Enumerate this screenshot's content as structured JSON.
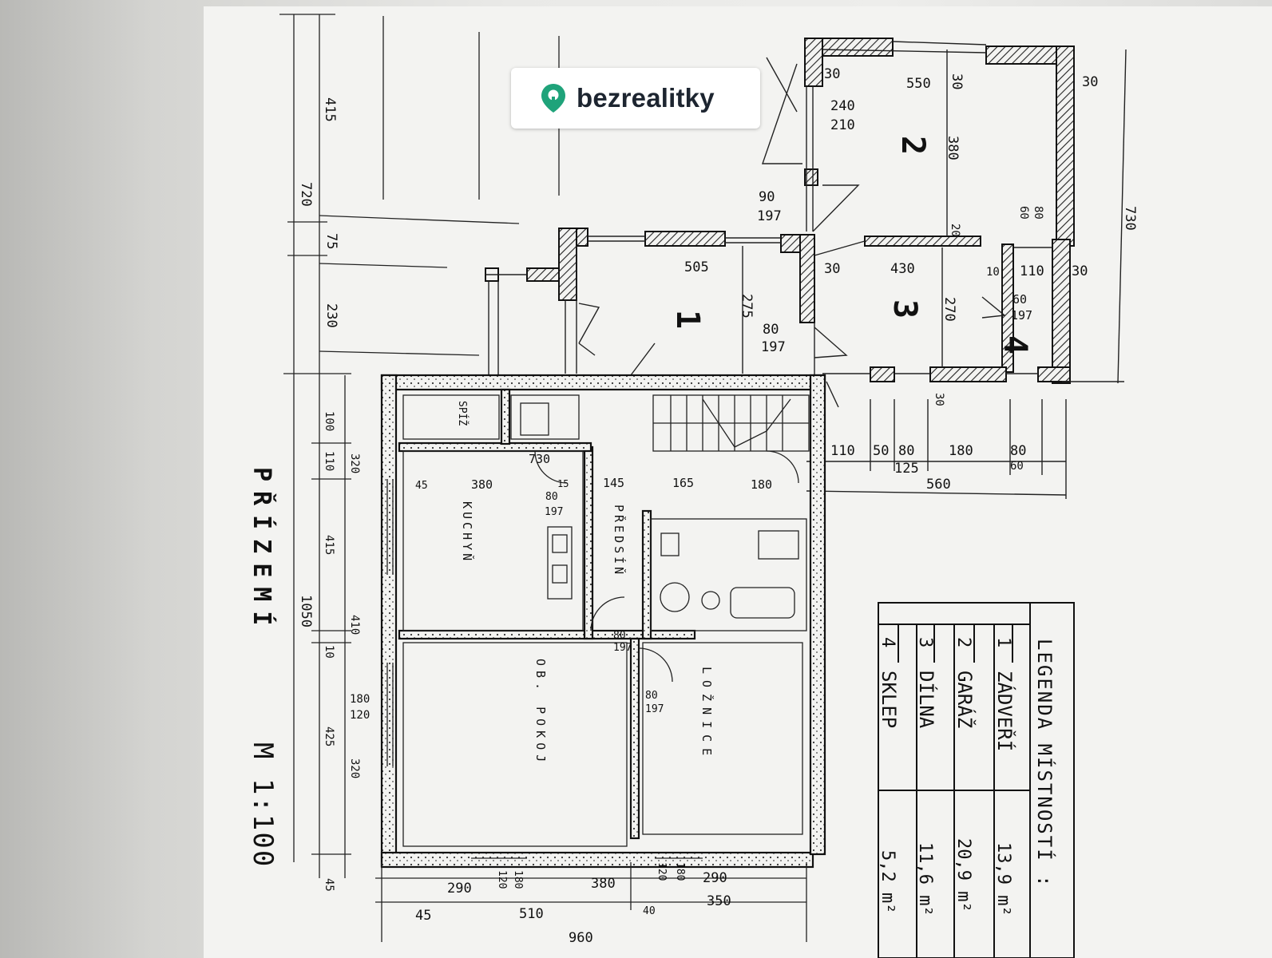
{
  "brand": {
    "name": "bezrealitky",
    "accent": "#1fa37a"
  },
  "plan": {
    "floor_title": "PŘÍZEMÍ",
    "scale": "M 1:100",
    "room_numbers": [
      "1",
      "2",
      "3",
      "4"
    ],
    "room_names": {
      "kuchyn": "KUCHYŇ",
      "predsin": "PŘEDSÍŇ",
      "ob_pokoj": "OB. POKOJ",
      "loznice": "LOŽNICE",
      "spiz": "SPÍŽ"
    },
    "dims_right": [
      "30",
      "550",
      "30",
      "240",
      "210",
      "380",
      "90",
      "197",
      "80",
      "60",
      "20",
      "30",
      "730",
      "505",
      "275",
      "80",
      "197",
      "30",
      "430",
      "270",
      "10",
      "110",
      "60",
      "197",
      "30",
      "30",
      "110",
      "50",
      "80",
      "125",
      "180",
      "80",
      "60",
      "560"
    ],
    "dims_left": [
      "415",
      "720",
      "75",
      "230",
      "100",
      "110",
      "320",
      "415",
      "410",
      "1050",
      "10",
      "425",
      "180",
      "120",
      "320",
      "45"
    ],
    "dims_house": [
      "730",
      "380",
      "145",
      "165",
      "180",
      "15",
      "80",
      "197",
      "45",
      "80",
      "197",
      "80",
      "197"
    ],
    "dims_bottom": [
      "290",
      "120",
      "180",
      "380",
      "120",
      "180",
      "290",
      "45",
      "510",
      "350",
      "960",
      "40"
    ]
  },
  "legend": {
    "title": "LEGENDA MÍSTNOSTÍ :",
    "rows": [
      {
        "num": "1",
        "name": "ZÁDVEŘÍ",
        "area": "13,9 m²"
      },
      {
        "num": "2",
        "name": "GARÁŽ",
        "area": "20,9 m²"
      },
      {
        "num": "3",
        "name": "DÍLNA",
        "area": "11,6 m²"
      },
      {
        "num": "4",
        "name": "SKLEP",
        "area": "5,2 m²"
      }
    ]
  }
}
